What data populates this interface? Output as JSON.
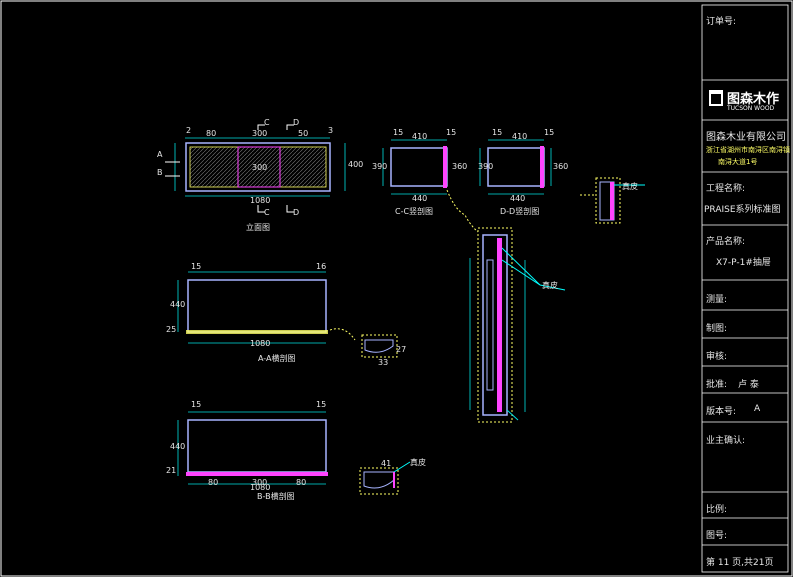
{
  "views": {
    "elevation": {
      "title": "立面图",
      "dims_top": [
        "2",
        "80",
        "300",
        "50",
        "3"
      ],
      "dim_total": "1080",
      "dim_mid": "300",
      "dim_right": "400",
      "section_marks": {
        "a": "A",
        "b": "B",
        "c": "C",
        "d": "D"
      }
    },
    "section_cc": {
      "title": "C-C竖剖图",
      "dims": {
        "left": "15",
        "width": "410",
        "right": "15",
        "height": "390",
        "side": "360",
        "bottom": "440"
      }
    },
    "section_dd": {
      "title": "D-D竖剖图",
      "dims": {
        "left": "15",
        "width": "410",
        "right": "15",
        "height": "390",
        "side": "360",
        "bottom": "440"
      }
    },
    "section_aa": {
      "title": "A-A横剖图",
      "dims": {
        "left": "15",
        "right": "16",
        "height": "440",
        "bottom": "25",
        "total": "1080"
      }
    },
    "section_bb": {
      "title": "B-B横剖图",
      "dims": {
        "left": "15",
        "right": "15",
        "height": "440",
        "bottom": "21",
        "seg1": "80",
        "seg2": "300",
        "seg3": "80",
        "total": "1080"
      }
    },
    "details": {
      "label": "真皮",
      "dim_a": "33",
      "dim_b": "27",
      "dim_c": "41"
    }
  },
  "title_block": {
    "order_no": "订单号:",
    "logo_cn": "图森木作",
    "logo_en": "TUCSON WOOD",
    "company": "图森木业有限公司",
    "address_line1": "浙江省湖州市南浔区南浔镇",
    "address_line2": "南浔大道1号",
    "project_label": "工程名称:",
    "project_value": "PRAISE系列标准图",
    "product_label": "产品名称:",
    "product_value": "X7-P-1#抽屉",
    "measure": "测量:",
    "drafter": "制图:",
    "review": "审核:",
    "approve_label": "批准:",
    "approve_value": "卢  泰",
    "version_label": "版本号:",
    "version_value": "A",
    "owner": "业主确认:",
    "scale": "比例:",
    "drawing_no": "图号:",
    "page": "第 11   页,共21页"
  },
  "colors": {
    "frame": "#ffffff",
    "outline": "#a7b4ff",
    "dim": "#00e0e0",
    "section": "#ff44ff",
    "hatch": "#ffff66",
    "text": "#e6e6e6",
    "leader": "#00ffff"
  }
}
